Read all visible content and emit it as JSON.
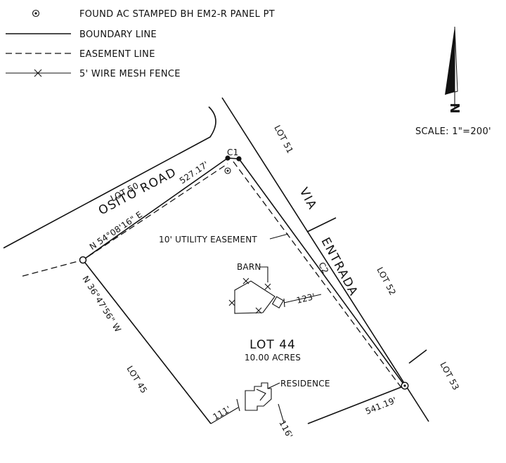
{
  "legend": {
    "found_monument": "FOUND AC STAMPED BH EM2-R PANEL PT",
    "boundary_line": "BOUNDARY LINE",
    "easement_line": "EASEMENT LINE",
    "fence": "5' WIRE MESH FENCE"
  },
  "north_arrow": {
    "label": "N"
  },
  "scale": "SCALE: 1\"=200'",
  "roads": {
    "osito": "OSITO ROAD",
    "via": "VIA",
    "entrada": "ENTRADA"
  },
  "lots": {
    "lot50": "LOT 50",
    "lot51": "LOT 51",
    "lot52": "LOT 52",
    "lot53": "LOT 53",
    "lot45": "LOT 45",
    "subject_name": "LOT 44",
    "subject_area": "10.00 ACRES"
  },
  "bearings": {
    "north_line": "N 54°08'16\" E",
    "north_distance": "527.17'",
    "west_line": "N 36°47'56\" W",
    "south_distance": "541.19'"
  },
  "curves": {
    "c1": "C1",
    "c2": "C2"
  },
  "annotations": {
    "utility_easement": "10' UTILITY EASEMENT",
    "barn": "BARN",
    "barn_offset": "123'",
    "residence": "RESIDENCE",
    "res_offset_west": "111'",
    "res_offset_south": "116'"
  },
  "colors": {
    "ink": "#111111",
    "paper": "#ffffff"
  }
}
